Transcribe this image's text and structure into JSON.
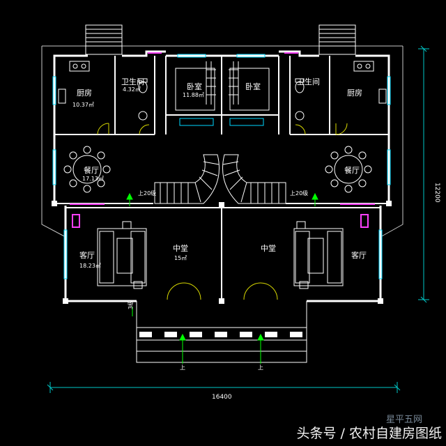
{
  "rooms": {
    "kitchen_left": {
      "name": "厨房",
      "area": "10.37㎡"
    },
    "bath_left": {
      "name": "卫生间",
      "area": "4.32㎡"
    },
    "bedroom_left": {
      "name": "卧室",
      "area": "11.88㎡"
    },
    "bedroom_right": {
      "name": "卧室"
    },
    "bath_right": {
      "name": "卫生间"
    },
    "kitchen_right": {
      "name": "厨房"
    },
    "dining_left": {
      "name": "餐厅",
      "area": "17.13㎡"
    },
    "dining_right": {
      "name": "餐厅"
    },
    "living_left": {
      "name": "客厅",
      "area": "18.23㎡"
    },
    "living_right": {
      "name": "客厅"
    },
    "hall_left": {
      "name": "中堂",
      "area": "15㎡"
    },
    "hall_right": {
      "name": "中堂"
    }
  },
  "stairs": {
    "left_label": "上20级",
    "right_label": "上20级"
  },
  "steps": {
    "label": "3级",
    "up_labels": [
      "上",
      "上"
    ]
  },
  "dimensions": {
    "width": "16400",
    "height": "12200"
  },
  "watermark": {
    "text": "头条号 / 农村自建房图纸",
    "faint": "星平五网"
  },
  "colors": {
    "wall": "#ffffff",
    "window": "#00d8ff",
    "door": "#d8d800",
    "stair": "#ffffff",
    "furniture": "#ffffff",
    "dimension": "#00c8c8",
    "arrow": "#00ff00",
    "pink": "#ff40ff"
  }
}
